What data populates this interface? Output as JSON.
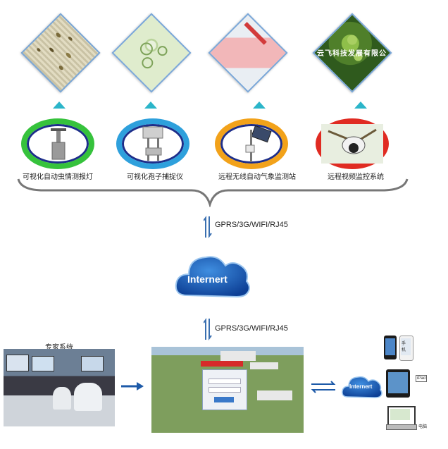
{
  "devices": [
    {
      "label": "可视化自动虫情测报灯"
    },
    {
      "label": "可视化孢子捕捉仪"
    },
    {
      "label": "远程无线自动气象监测站"
    },
    {
      "label": "远程视频监控系统"
    }
  ],
  "banner_text": "云飞科技发展有限公",
  "protocol_top": "GPRS/3G/WIFI/RJ45",
  "protocol_bottom": "GPRS/3G/WIFI/RJ45",
  "cloud_main": "Internert",
  "cloud_small": "Internert",
  "expert_label": "专家系统",
  "mobile_labels": {
    "phone": "手机",
    "tablet": "iPad",
    "pc": "电脑"
  }
}
